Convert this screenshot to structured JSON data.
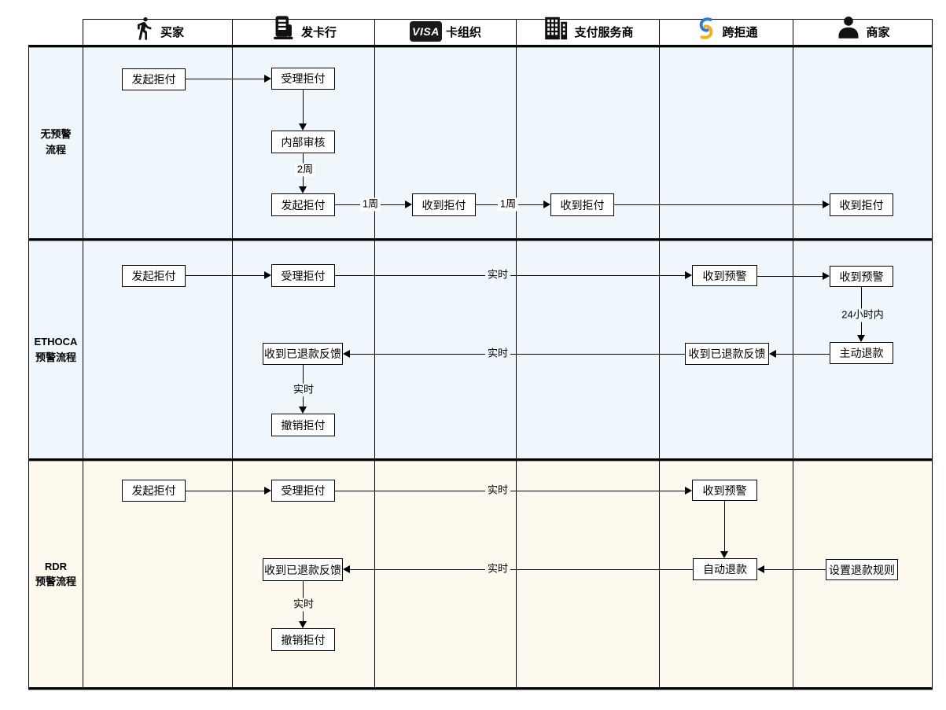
{
  "actors": [
    {
      "label": "买家",
      "icon": "walking-person-icon"
    },
    {
      "label": "发卡行",
      "icon": "card-terminal-icon"
    },
    {
      "label": "卡组织",
      "icon": "visa-logo",
      "badge_text": "VISA"
    },
    {
      "label": "支付服务商",
      "icon": "building-icon"
    },
    {
      "label": "跨拒通",
      "icon": "kuajujtong-logo"
    },
    {
      "label": "商家",
      "icon": "person-icon"
    }
  ],
  "lanes": [
    {
      "line1": "无预警",
      "line2": "流程",
      "bg": "#ffffff"
    },
    {
      "line1": "ETHOCA",
      "line2": "预警流程",
      "bg": "#f0f7fc"
    },
    {
      "line1": "RDR",
      "line2": "预警流程",
      "bg": "#fdf9ef"
    }
  ],
  "nodes": {
    "l1_buyer_initiate": "发起拒付",
    "l1_issuer_accept": "受理拒付",
    "l1_issuer_review": "内部审核",
    "l1_issuer_initiate": "发起拒付",
    "l1_network_receive": "收到拒付",
    "l1_psp_receive": "收到拒付",
    "l1_merchant_receive": "收到拒付",
    "l2_buyer_initiate": "发起拒付",
    "l2_issuer_accept": "受理拒付",
    "l2_kjt_alert": "收到预警",
    "l2_merchant_alert": "收到预警",
    "l2_merchant_refund": "主动退款",
    "l2_kjt_feedback": "收到已退款反馈",
    "l2_issuer_feedback": "收到已退款反馈",
    "l2_issuer_cancel": "撤销拒付",
    "l3_buyer_initiate": "发起拒付",
    "l3_issuer_accept": "受理拒付",
    "l3_kjt_alert": "收到预警",
    "l3_kjt_autorefund": "自动退款",
    "l3_merchant_rule": "设置退款规则",
    "l3_issuer_feedback": "收到已退款反馈",
    "l3_issuer_cancel": "撤销拒付"
  },
  "edge_labels": {
    "l1_review_to_initiate": "2周",
    "l1_to_network": "1周",
    "l1_to_psp": "1周",
    "l2_alert": "实时",
    "l2_refund_window": "24小时内",
    "l2_feedback": "实时",
    "l2_cancel": "实时",
    "l3_alert": "实时",
    "l3_feedback": "实时",
    "l3_cancel": "实时"
  },
  "colors": {
    "line": "#000000",
    "box_fill": "#ffffff",
    "box_border": "#000000",
    "lane2_bg": "#f0f7fc",
    "lane3_bg": "#fdf9ef",
    "visa_badge_bg": "#1a1a1a",
    "logo_blue": "#2a7ce0",
    "logo_yellow": "#f8ae14"
  }
}
